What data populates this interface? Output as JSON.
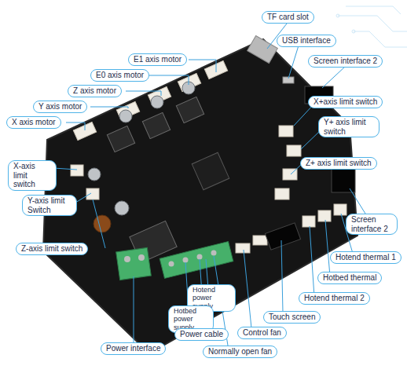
{
  "diagram": {
    "nodes": [
      {
        "text": [
          "TF card slot"
        ]
      },
      {
        "text": [
          "USB interface"
        ]
      },
      {
        "text": [
          "E1 axis motor"
        ]
      },
      {
        "text": [
          "Screen interface 2"
        ]
      },
      {
        "text": [
          "E0 axis motor"
        ]
      },
      {
        "text": [
          "Z axis motor"
        ]
      },
      {
        "text": [
          "X+axis limit switch"
        ]
      },
      {
        "text": [
          "Y axis motor"
        ]
      },
      {
        "text": [
          "X axis motor"
        ]
      },
      {
        "text": [
          "Y+ axis limit switch"
        ]
      },
      {
        "text": [
          "Z+ axis limit switch"
        ]
      },
      {
        "text": [
          "X-axis limit switch"
        ]
      },
      {
        "text": [
          "Y-axis limit Switch"
        ]
      },
      {
        "text": [
          "Screen interface 2"
        ]
      },
      {
        "text": [
          "Z-axis limit switch"
        ]
      },
      {
        "text": [
          "Hotend thermal 1"
        ]
      },
      {
        "text": [
          "Hotbed thermal"
        ]
      },
      {
        "text": [
          "Hotend power supply"
        ]
      },
      {
        "text": [
          "Hotend thermal 2"
        ]
      },
      {
        "text": [
          "Hotbed power supply"
        ]
      },
      {
        "text": [
          "Touch screen"
        ]
      },
      {
        "text": [
          "Control fan"
        ]
      },
      {
        "text": [
          "Power cable"
        ]
      },
      {
        "text": [
          "Power interface"
        ]
      },
      {
        "text": [
          "Normally open fan"
        ]
      }
    ]
  }
}
